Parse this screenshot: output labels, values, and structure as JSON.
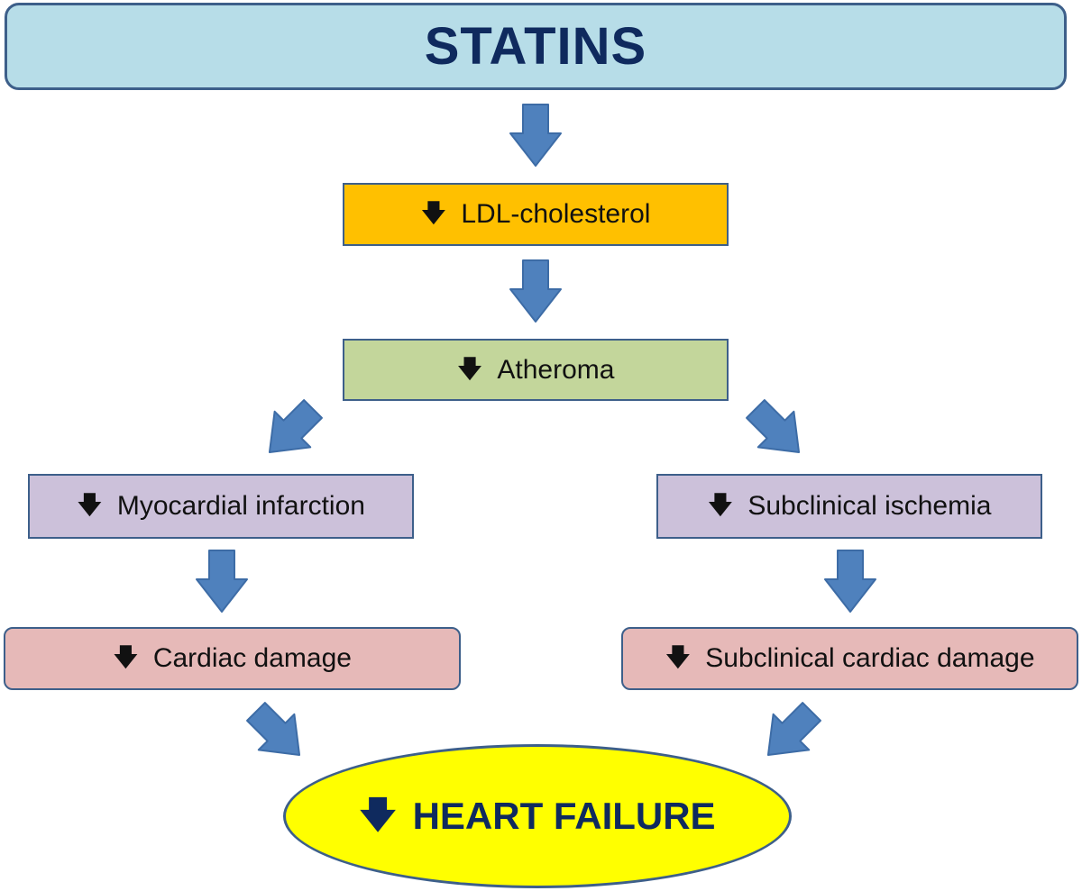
{
  "title": "STATINS",
  "down_glyph": "🡇",
  "nodes": {
    "ldl": "LDL-cholesterol",
    "atheroma": "Atheroma",
    "mi": "Myocardial infarction",
    "ischemia": "Subclinical ischemia",
    "cardiac_damage": "Cardiac damage",
    "subclinical_damage": "Subclinical cardiac damage",
    "heart_failure": "HEART FAILURE"
  },
  "colors": {
    "title_fill": "#b7dde8",
    "ldl_fill": "#ffc000",
    "atheroma_fill": "#c3d69b",
    "middle_fill": "#ccc1da",
    "damage_fill": "#e6b9b8",
    "outcome_fill": "#ffff00",
    "arrow_fill": "#4f81bd",
    "border": "#3d5f8a",
    "title_text": "#0f2a5e"
  }
}
